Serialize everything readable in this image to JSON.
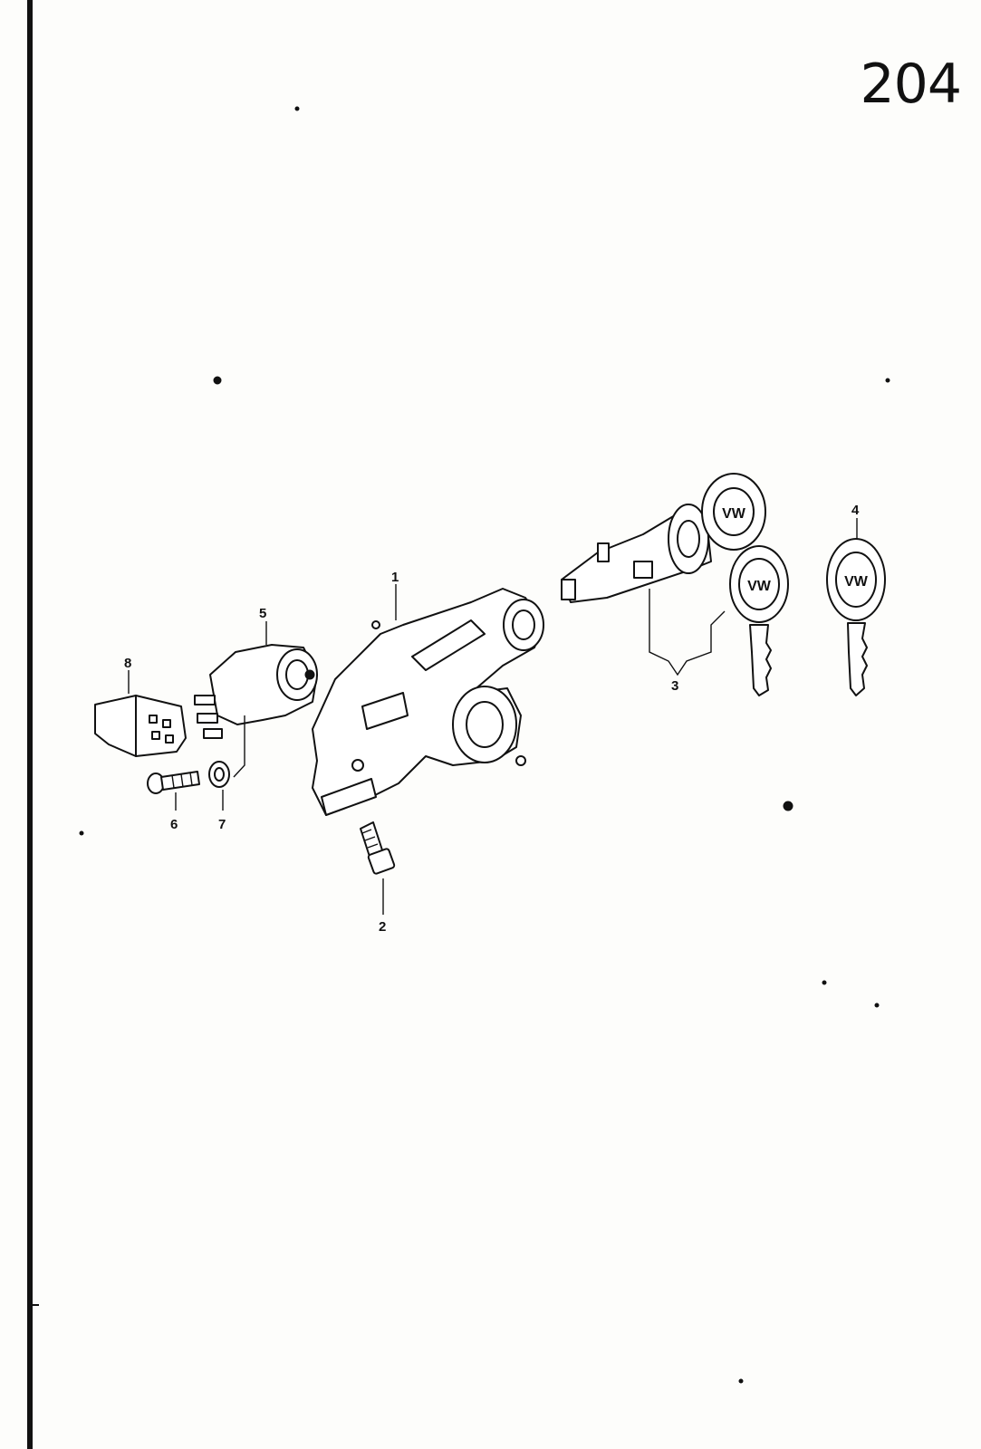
{
  "page": {
    "page_number": "204"
  },
  "callouts": [
    {
      "id": "1",
      "label": "1"
    },
    {
      "id": "2",
      "label": "2"
    },
    {
      "id": "3",
      "label": "3"
    },
    {
      "id": "4",
      "label": "4"
    },
    {
      "id": "5",
      "label": "5"
    },
    {
      "id": "6",
      "label": "6"
    },
    {
      "id": "7",
      "label": "7"
    },
    {
      "id": "8",
      "label": "8"
    }
  ],
  "icons": {
    "key_logo": "vw-logo-icon"
  },
  "colors": {
    "ink": "#111111",
    "paper": "#fdfdfb"
  }
}
